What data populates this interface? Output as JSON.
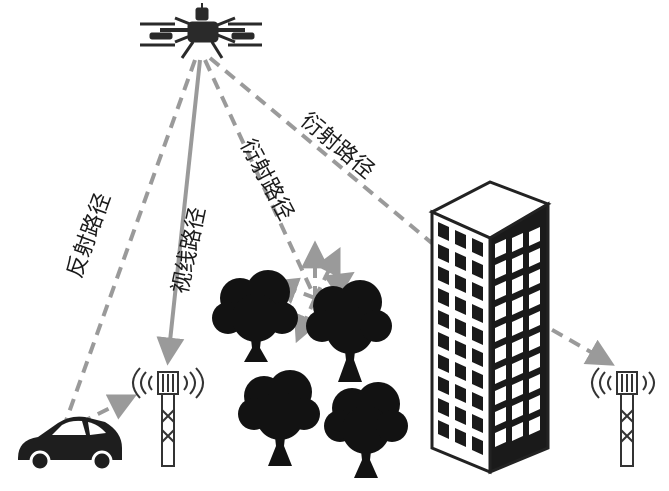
{
  "paths": {
    "reflection_label": "反射路径",
    "line_of_sight_label": "视线路径",
    "diffraction_label_1": "衍射路径",
    "diffraction_label_2": "衍射路径"
  },
  "icons": {
    "drone": "drone-icon",
    "car": "car-icon",
    "base_station": "cell-tower-icon",
    "tree": "tree-icon",
    "building": "building-icon"
  },
  "colors": {
    "line_gray": "#9a9a9a",
    "ink": "#1a1a1a"
  }
}
